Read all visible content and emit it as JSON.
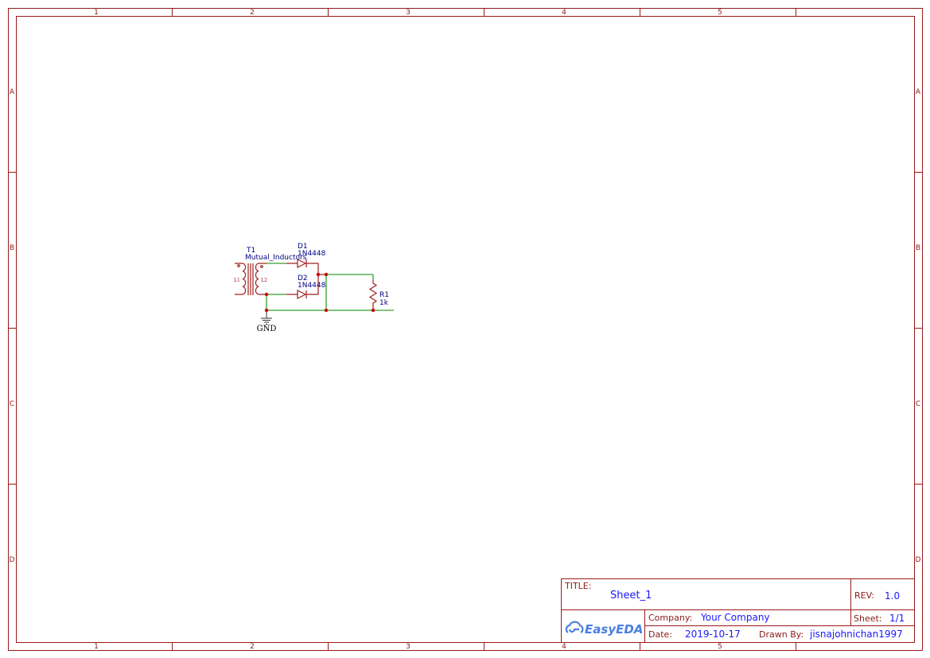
{
  "frame": {
    "columns": [
      "1",
      "2",
      "3",
      "4",
      "5"
    ],
    "rows": [
      "A",
      "B",
      "C",
      "D"
    ]
  },
  "schematic": {
    "transformer": {
      "ref": "T1",
      "value": "Mutual_Inductors",
      "coil1": "L1",
      "coil2": "L2"
    },
    "diodes": [
      {
        "ref": "D1",
        "value": "1N4448"
      },
      {
        "ref": "D2",
        "value": "1N4448"
      }
    ],
    "resistor": {
      "ref": "R1",
      "value": "1k"
    },
    "ground": {
      "label": "GND"
    },
    "colors": {
      "wire": "#33a02c",
      "part": "#a02020",
      "junction": "#cc0000",
      "ref_text": "#000080"
    }
  },
  "title_block": {
    "title_label": "TITLE:",
    "title_value": "Sheet_1",
    "rev_label": "REV:",
    "rev_value": "1.0",
    "company_label": "Company:",
    "company_value": "Your Company",
    "sheet_label": "Sheet:",
    "sheet_value": "1/1",
    "date_label": "Date:",
    "date_value": "2019-10-17",
    "drawn_by_label": "Drawn By:",
    "drawn_by_value": "jisnajohnichan1997",
    "logo_text": "EasyEDA"
  }
}
